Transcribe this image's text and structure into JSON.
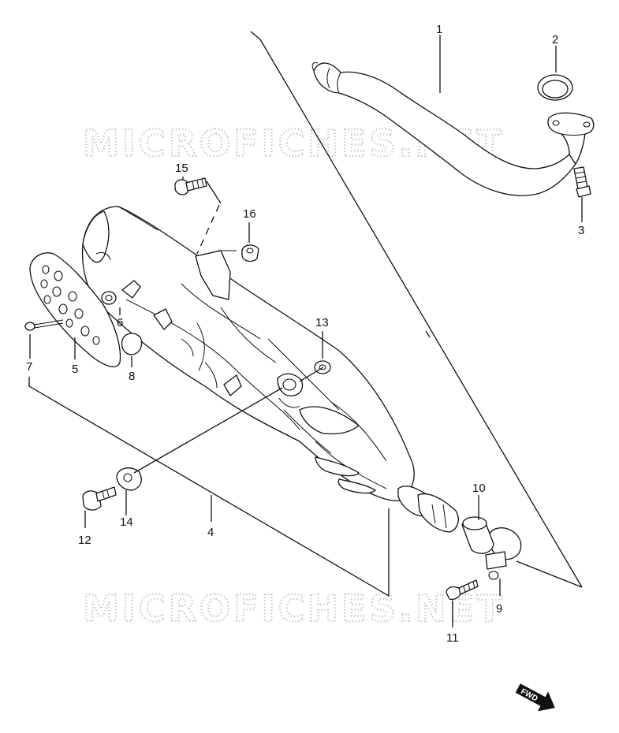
{
  "watermark": {
    "text": "MICROFICHES.NET"
  },
  "callouts": {
    "c1": "1",
    "c2": "2",
    "c3": "3",
    "c4": "4",
    "c5": "5",
    "c6": "6",
    "c7": "7",
    "c8": "8",
    "c9": "9",
    "c10": "10",
    "c11": "11",
    "c12": "12",
    "c13": "13",
    "c14": "14",
    "c15": "15",
    "c16": "16"
  },
  "direction_badge": {
    "label": "FWD"
  }
}
